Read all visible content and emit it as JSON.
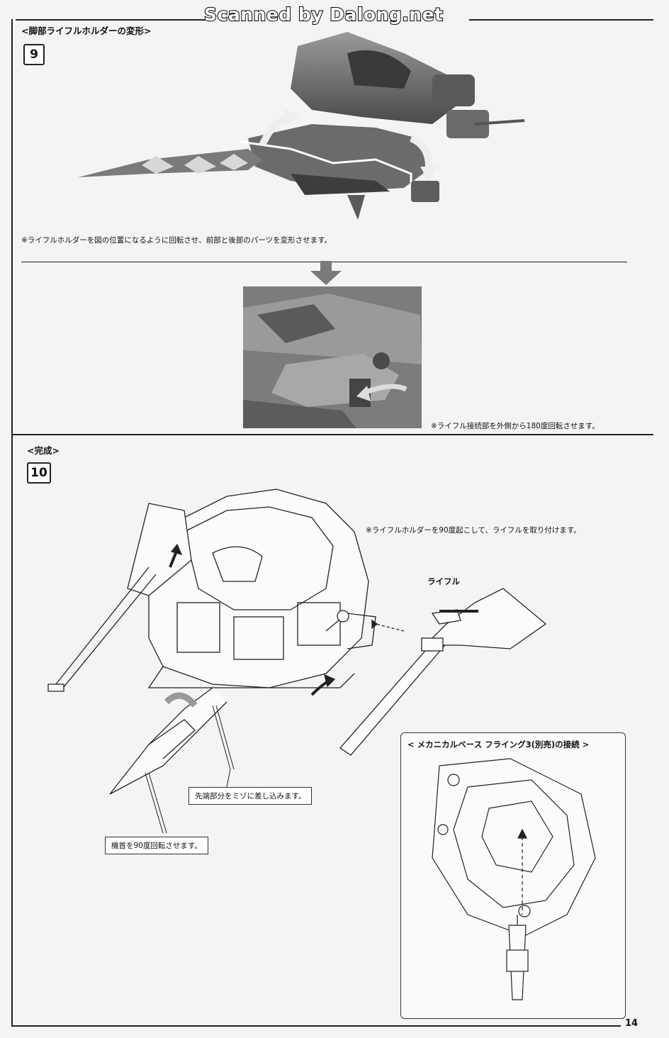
{
  "watermark": "Scanned by Dalong.net",
  "step9": {
    "section_title": "<脚部ライフルホルダーの変形>",
    "step_number": "9",
    "note_top": "※ライフルホルダーを図の位置になるように回転させ、前部と後部のパーツを変形させます。",
    "note_bottom": "※ライフル接続部を外側から180度回転させます。"
  },
  "step10": {
    "section_title": "<完成>",
    "step_number": "10",
    "note_right": "※ライフルホルダーを90度起こして、ライフルを取り付けます。",
    "rifle_label": "ライフル",
    "callout_tip": "先端部分をミゾに差し込みます。",
    "callout_nose": "機首を90度回転させます。",
    "inset_title": "< メカニカルベース フライング3(別売)の接続 >"
  },
  "page_number": "14"
}
